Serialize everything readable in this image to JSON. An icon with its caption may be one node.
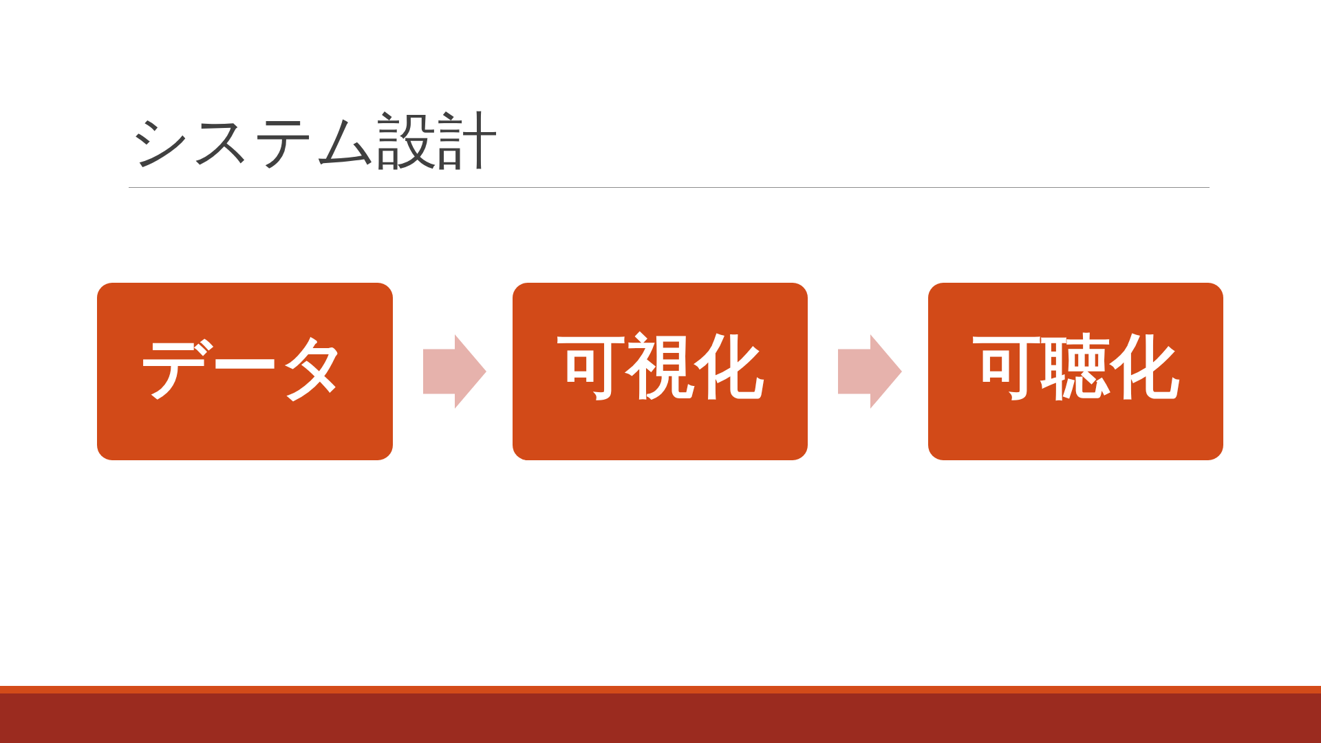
{
  "diagram": {
    "title": "システム設計",
    "nodes": [
      {
        "text": [
          "データ"
        ]
      },
      {
        "text": [
          "可視化"
        ]
      },
      {
        "text": [
          "可聴化"
        ]
      }
    ],
    "edges": [
      {
        "from": 0,
        "to": 1,
        "arrow": "to"
      },
      {
        "from": 1,
        "to": 2,
        "arrow": "to"
      }
    ]
  }
}
